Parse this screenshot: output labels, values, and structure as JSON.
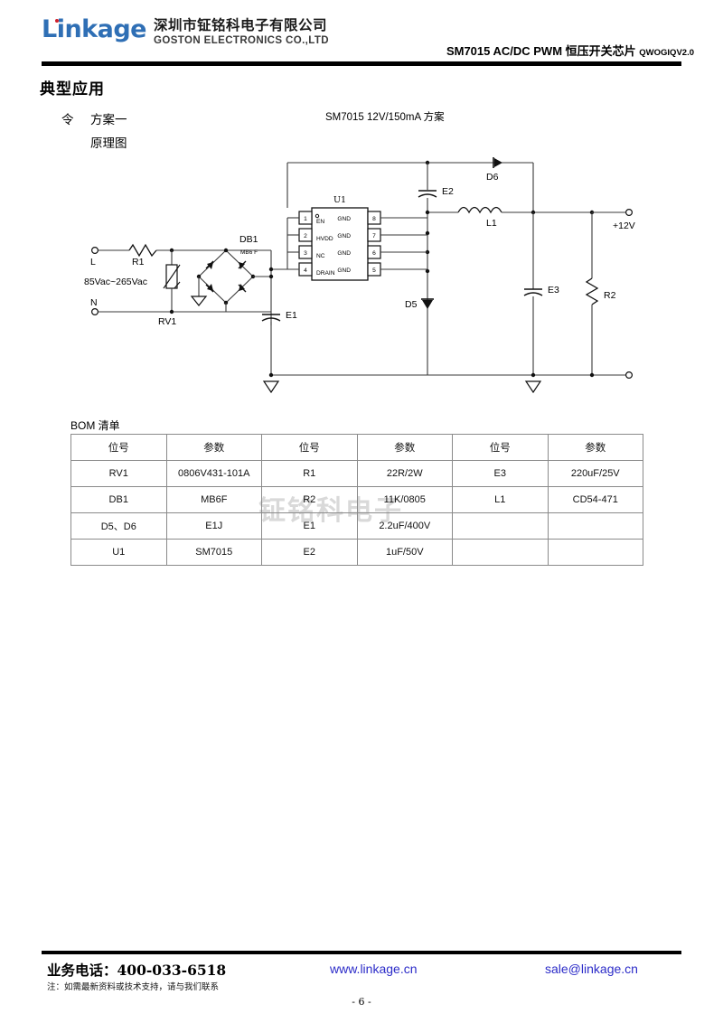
{
  "header": {
    "logo_word": "Linkage",
    "company_cn": "深圳市钲铭科电子有限公司",
    "company_en": "GOSTON ELECTRONICS CO.,LTD",
    "doc_title": "SM7015 AC/DC PWM 恒压开关芯片",
    "doc_version": "QWOGIQV2.0"
  },
  "section": {
    "title": "典型应用",
    "bullet": "令",
    "scheme": "方案一",
    "schematic": "原理图",
    "circuit_title": "SM7015 12V/150mA 方案"
  },
  "circuit": {
    "input_range": "85Vac~265Vac",
    "terminal_l": "L",
    "terminal_n": "N",
    "r1": "R1",
    "rv1": "RV1",
    "db1": "DB1",
    "db1_part": "MB6 F",
    "e1": "E1",
    "e2": "E2",
    "e3": "E3",
    "d5": "D5",
    "d6": "D6",
    "l1": "L1",
    "r2": "R2",
    "output": "+12V",
    "ic": {
      "refdes": "U1",
      "marker": "O",
      "pins_left": [
        {
          "num": "1",
          "name": "EN"
        },
        {
          "num": "2",
          "name": "HVDD"
        },
        {
          "num": "3",
          "name": "NC"
        },
        {
          "num": "4",
          "name": "DRAIN"
        }
      ],
      "pins_right": [
        {
          "num": "8",
          "name": "GND"
        },
        {
          "num": "7",
          "name": "GND"
        },
        {
          "num": "6",
          "name": "GND"
        },
        {
          "num": "5",
          "name": "GND"
        }
      ]
    }
  },
  "bom": {
    "label": "BOM 清单",
    "watermark": "钲铭科电子",
    "headers": [
      "位号",
      "参数",
      "位号",
      "参数",
      "位号",
      "参数"
    ],
    "rows": [
      [
        "RV1",
        "0806V431-101A",
        "R1",
        "22R/2W",
        "E3",
        "220uF/25V"
      ],
      [
        "DB1",
        "MB6F",
        "R2",
        "11K/0805",
        "L1",
        "CD54-471"
      ],
      [
        "D5、D6",
        "E1J",
        "E1",
        "2.2uF/400V",
        "",
        ""
      ],
      [
        "U1",
        "SM7015",
        "E2",
        "1uF/50V",
        "",
        ""
      ]
    ]
  },
  "footer": {
    "phone": "业务电话：400-033-6518",
    "note": "注：如需最新资料或技术支持，请与我们联系",
    "website": "www.linkage.cn",
    "email": "sale@linkage.cn",
    "page": "- 6 -"
  }
}
